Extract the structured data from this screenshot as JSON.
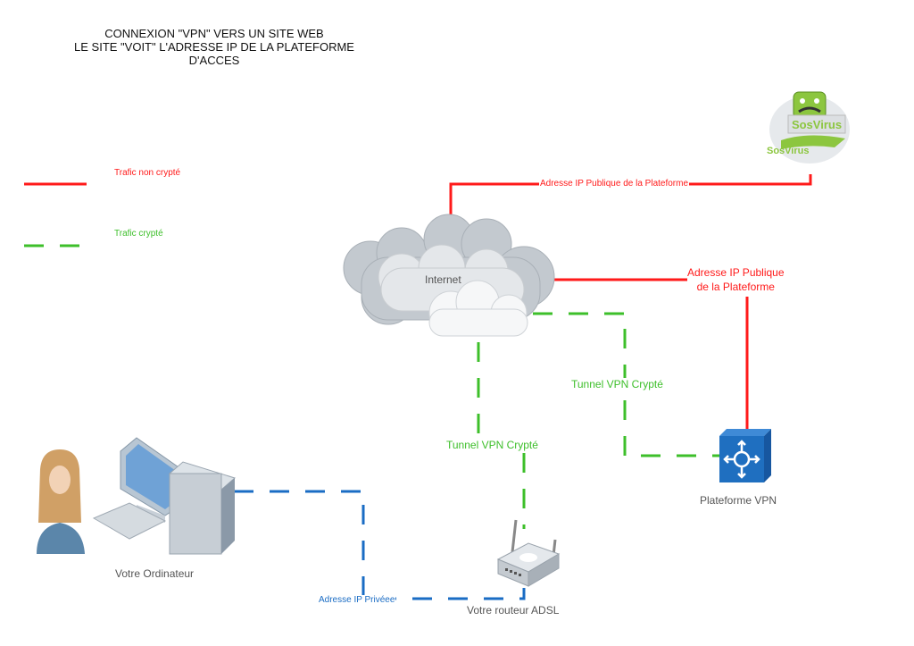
{
  "title": {
    "lines": [
      "CONNEXION \"VPN\" VERS UN SITE WEB",
      "LE SITE \"VOIT\" L'ADRESSE IP DE LA PLATEFORME",
      "D'ACCES"
    ]
  },
  "legend": {
    "items": [
      {
        "label": "Trafic non crypté",
        "style": "solid",
        "color": "#ff1a1a"
      },
      {
        "label": "Trafic crypté",
        "style": "dashed",
        "color": "#3dbf2a"
      }
    ]
  },
  "nodes": {
    "internet": {
      "label": "Internet",
      "icon": "cloud-icon"
    },
    "website": {
      "label": "SosVirus",
      "icon": "sosvirus-logo"
    },
    "vpn_platform": {
      "label": "Plateforme VPN",
      "icon": "vpn-gateway-icon"
    },
    "computer": {
      "label": "Votre Ordinateur",
      "icon": "user-computer-icon"
    },
    "router": {
      "label": "Votre routeur ADSL",
      "icon": "router-icon"
    }
  },
  "links": {
    "website_to_internet": {
      "label": "Adresse IP Publique de la Plateforme",
      "color": "#ff1a1a",
      "style": "solid"
    },
    "internet_to_vpn": {
      "label_lines": [
        "Adresse IP Publique",
        "de la Plateforme"
      ],
      "color": "#ff1a1a",
      "style": "solid"
    },
    "tunnel_router_internet": {
      "label": "Tunnel VPN Crypté",
      "color": "#3dbf2a",
      "style": "dashed"
    },
    "tunnel_internet_vpn": {
      "label": "Tunnel VPN Crypté",
      "color": "#3dbf2a",
      "style": "dashed"
    },
    "computer_to_router": {
      "label": "Adresse IP Privéee",
      "color": "#1a6cc4",
      "style": "dashed"
    }
  },
  "colors": {
    "unencrypted": "#ff1a1a",
    "encrypted": "#3dbf2a",
    "lan": "#1a6cc4",
    "vpn_box": "#1f6fc0"
  }
}
